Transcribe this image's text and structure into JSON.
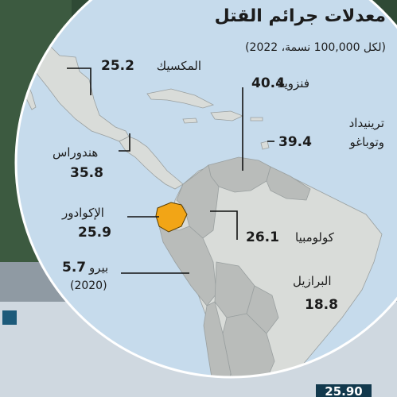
{
  "title": "معدلات جرائم القتل",
  "subtitle": "(لكل 100,000 نسمة، 2022)",
  "colors": {
    "sea": "#c6dbec",
    "land": "#d9dcd9",
    "neighbor": "#b9bcba",
    "highlight": "#f2a516",
    "line": "#111111"
  },
  "countries": {
    "mexico": {
      "name": "المكسيك",
      "value": "25.2"
    },
    "venezuela": {
      "name": "فنزويلا",
      "value": "40.4"
    },
    "trinidad": {
      "name_line1": "ترينيداد",
      "name_line2": "وتوباغو",
      "value": "39.4"
    },
    "honduras": {
      "name": "هندوراس",
      "value": "35.8"
    },
    "ecuador": {
      "name": "الإكوادور",
      "value": "25.9"
    },
    "colombia": {
      "name": "كولومبيا",
      "value": "26.1"
    },
    "peru": {
      "name": "بيرو",
      "value": "5.7",
      "note": "(2020)"
    },
    "brazil": {
      "name": "البرازيل",
      "value": "18.8"
    }
  },
  "bottom_badge": "25.90"
}
